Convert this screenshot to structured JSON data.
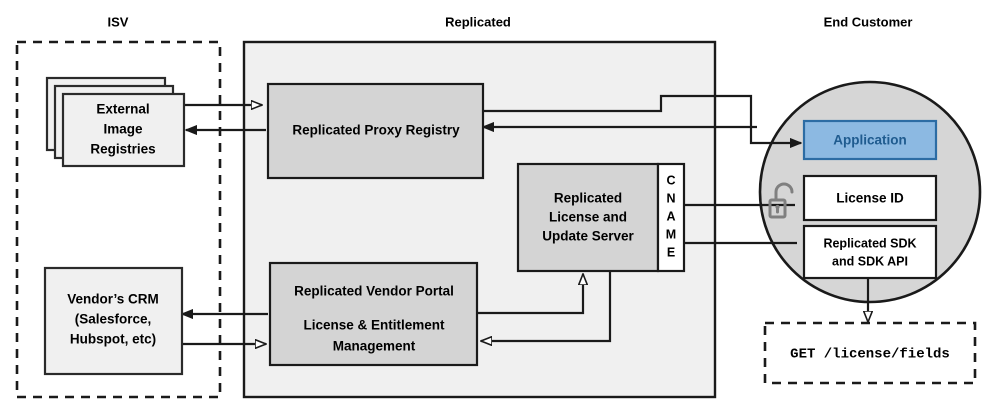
{
  "diagram": {
    "title_row": {
      "isv": "ISV",
      "replicated": "Replicated",
      "end_customer": "End Customer"
    },
    "isv_zone": {
      "label": "ISV",
      "boxes": [
        {
          "id": "external-image-registries",
          "lines": [
            "External",
            "Image",
            "Registries"
          ],
          "stacked": true
        },
        {
          "id": "vendors-crm",
          "lines": [
            "Vendor’s CRM",
            "(Salesforce,",
            "Hubspot, etc)"
          ],
          "stacked": false
        }
      ]
    },
    "replicated_zone": {
      "label": "Replicated",
      "boxes": [
        {
          "id": "replicated-proxy-registry",
          "lines": [
            "Replicated Proxy Registry"
          ]
        },
        {
          "id": "replicated-license-update-server",
          "lines": [
            "Replicated",
            "License and",
            "Update Server"
          ]
        },
        {
          "id": "cname-strip",
          "letters": [
            "C",
            "N",
            "A",
            "M",
            "E"
          ]
        },
        {
          "id": "replicated-vendor-portal",
          "lines": [
            "Replicated Vendor Portal",
            "",
            "License & Entitlement",
            "Management"
          ]
        }
      ]
    },
    "end_customer_zone": {
      "label": "End Customer",
      "boxes": [
        {
          "id": "application",
          "lines": [
            "Application"
          ]
        },
        {
          "id": "license-id",
          "lines": [
            "License ID"
          ]
        },
        {
          "id": "replicated-sdk",
          "lines": [
            "Replicated SDK",
            "and SDK API"
          ]
        }
      ],
      "icon": "unlocked-padlock-icon",
      "api_call": {
        "id": "get-license-fields",
        "text": "GET /license/fields"
      }
    },
    "colors": {
      "zone_fill": "#f0f0f0",
      "box_fill": "#d4d4d4",
      "circle_fill": "#d6d6d6",
      "app_fill": "#8cb9e2",
      "app_border": "#2c6ca4",
      "app_text": "#1f5b8f",
      "stroke": "#1a1a1a",
      "lock": "#808080"
    }
  }
}
